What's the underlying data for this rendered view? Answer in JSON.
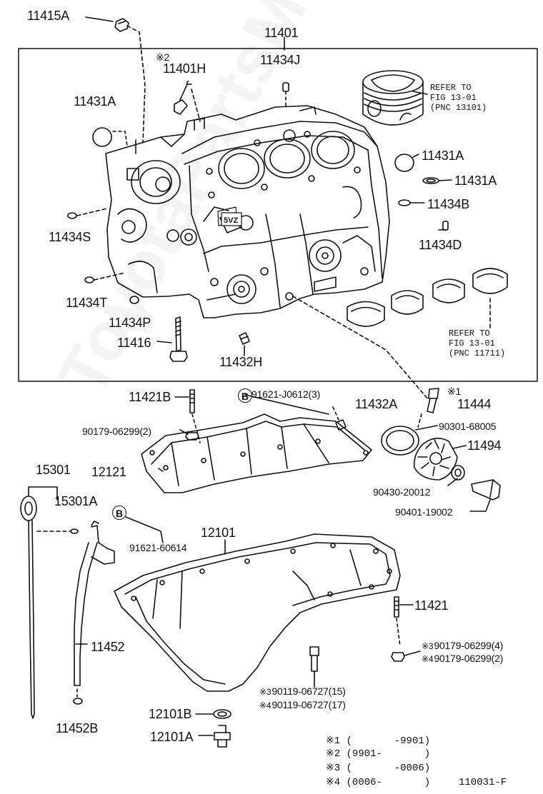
{
  "watermark": "ToyotaPartsMaster.ru",
  "parts": {
    "p11415A": "11415A",
    "p11401": "11401",
    "p11434J": "11434J",
    "p11401H": "11401H",
    "p11431A_left": "11431A",
    "p11431A_r1": "11431A",
    "p11431A_r2": "11431A",
    "p11434B": "11434B",
    "p11434D": "11434D",
    "p11434S": "11434S",
    "p11434T": "11434T",
    "p11434P": "11434P",
    "p11416": "11416",
    "p11432H": "11432H",
    "p11421B": "11421B",
    "p91621_J0612": "91621-J0612(3)",
    "p11432A": "11432A",
    "p11444": "11444",
    "p90179_06299_2a": "90179-06299(2)",
    "p90301_68005": "90301-68005",
    "p11494": "11494",
    "p12121": "12121",
    "p90430_20012": "90430-20012",
    "p90401_19002": "90401-19002",
    "p15301": "15301",
    "p15301A": "15301A",
    "p91621_60614": "91621-60614",
    "p12101": "12101",
    "p11421": "11421",
    "p90179_06299_4": "90179-06299(4)",
    "p90179_06299_2b": "90179-06299(2)",
    "p11452": "11452",
    "p90119_06727_15": "90119-06727(15)",
    "p90119_06727_17": "90119-06727(17)",
    "p12101B": "12101B",
    "p12101A": "12101A",
    "p11452B": "11452B"
  },
  "markers": {
    "m1": "※1",
    "m2": "※2",
    "m3": "※3",
    "m4": "※4",
    "circleB": "B"
  },
  "refers": {
    "piston": "REFER TO\nFIG 13-01\n(PNC 13101)",
    "bearing": "REFER TO\nFIG 13-01\n(PNC 11711)"
  },
  "emblem": "5VZ",
  "footnotes": [
    "※1 (       -9901)",
    "※2 (9901-       )",
    "※3 (       -0006)",
    "※4 (0006-       )"
  ],
  "figure_code": "110031-F"
}
